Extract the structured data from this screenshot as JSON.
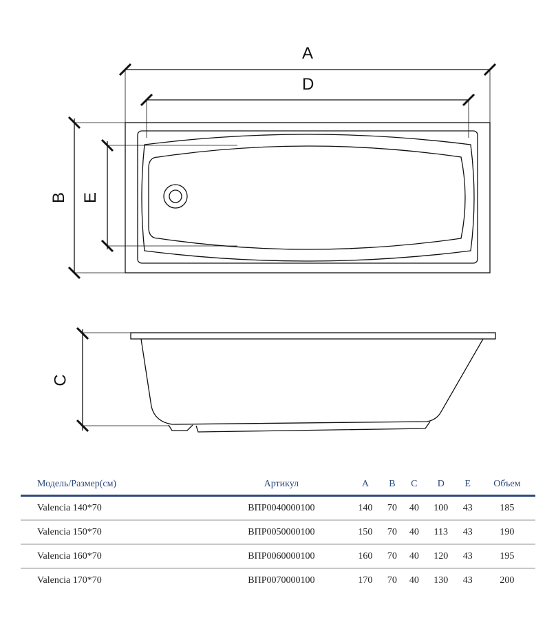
{
  "drawing": {
    "labels": {
      "A": "A",
      "B": "B",
      "C": "C",
      "D": "D",
      "E": "E"
    }
  },
  "table": {
    "headers": [
      "Модель/Размер(см)",
      "Артикул",
      "A",
      "B",
      "C",
      "D",
      "E",
      "Объем"
    ],
    "rows": [
      [
        "Valencia 140*70",
        "ВПР0040000100",
        "140",
        "70",
        "40",
        "100",
        "43",
        "185"
      ],
      [
        "Valencia 150*70",
        "ВПР0050000100",
        "150",
        "70",
        "40",
        "113",
        "43",
        "190"
      ],
      [
        "Valencia 160*70",
        "ВПР0060000100",
        "160",
        "70",
        "40",
        "120",
        "43",
        "195"
      ],
      [
        "Valencia 170*70",
        "ВПР0070000100",
        "170",
        "70",
        "40",
        "130",
        "43",
        "200"
      ]
    ]
  }
}
